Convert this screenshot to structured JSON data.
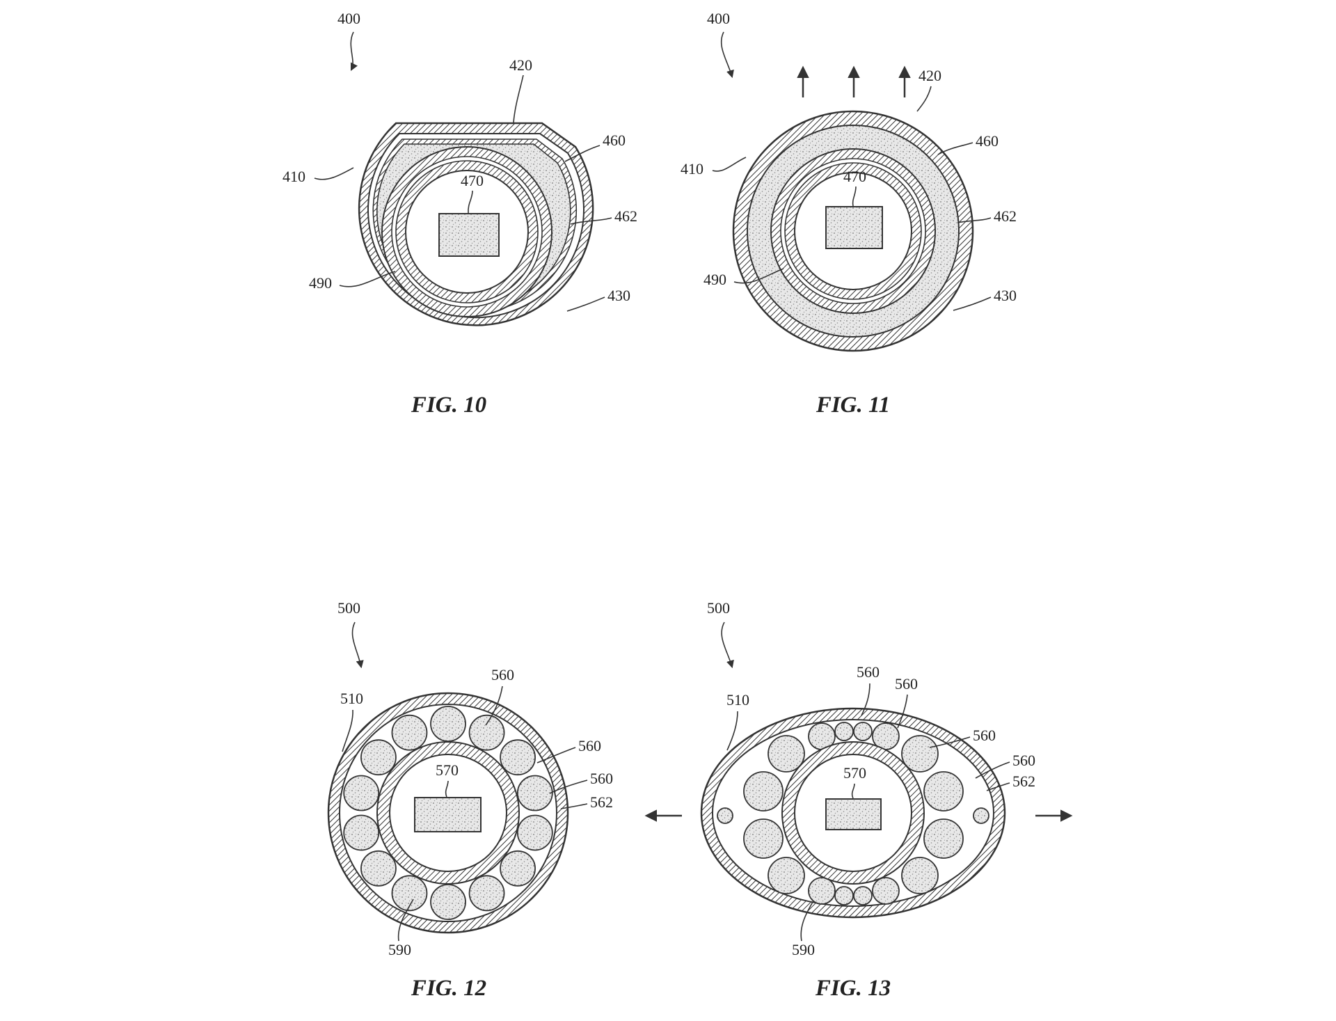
{
  "figures": [
    {
      "caption": "FIG. 10",
      "labels": {
        "assembly": "400",
        "top": "420",
        "left": "410",
        "right_upper": "460",
        "center": "470",
        "right_mid": "462",
        "left_lower": "490",
        "right_lower": "430"
      }
    },
    {
      "caption": "FIG. 11",
      "labels": {
        "assembly": "400",
        "top": "420",
        "left": "410",
        "right_upper": "460",
        "center": "470",
        "right_mid": "462",
        "left_lower": "490",
        "right_lower": "430"
      }
    },
    {
      "caption": "FIG. 12",
      "labels": {
        "assembly": "500",
        "left": "510",
        "top": "560",
        "right_a": "560",
        "right_b": "560",
        "right_c": "562",
        "center": "570",
        "bottom": "590"
      }
    },
    {
      "caption": "FIG. 13",
      "labels": {
        "assembly": "500",
        "left": "510",
        "top_a": "560",
        "top_b": "560",
        "right_a": "560",
        "right_b": "560",
        "right_c": "562",
        "center": "570",
        "bottom": "590"
      }
    }
  ],
  "colors": {
    "line": "#333333",
    "fill_light": "#e9e9e9",
    "background": "#ffffff"
  }
}
